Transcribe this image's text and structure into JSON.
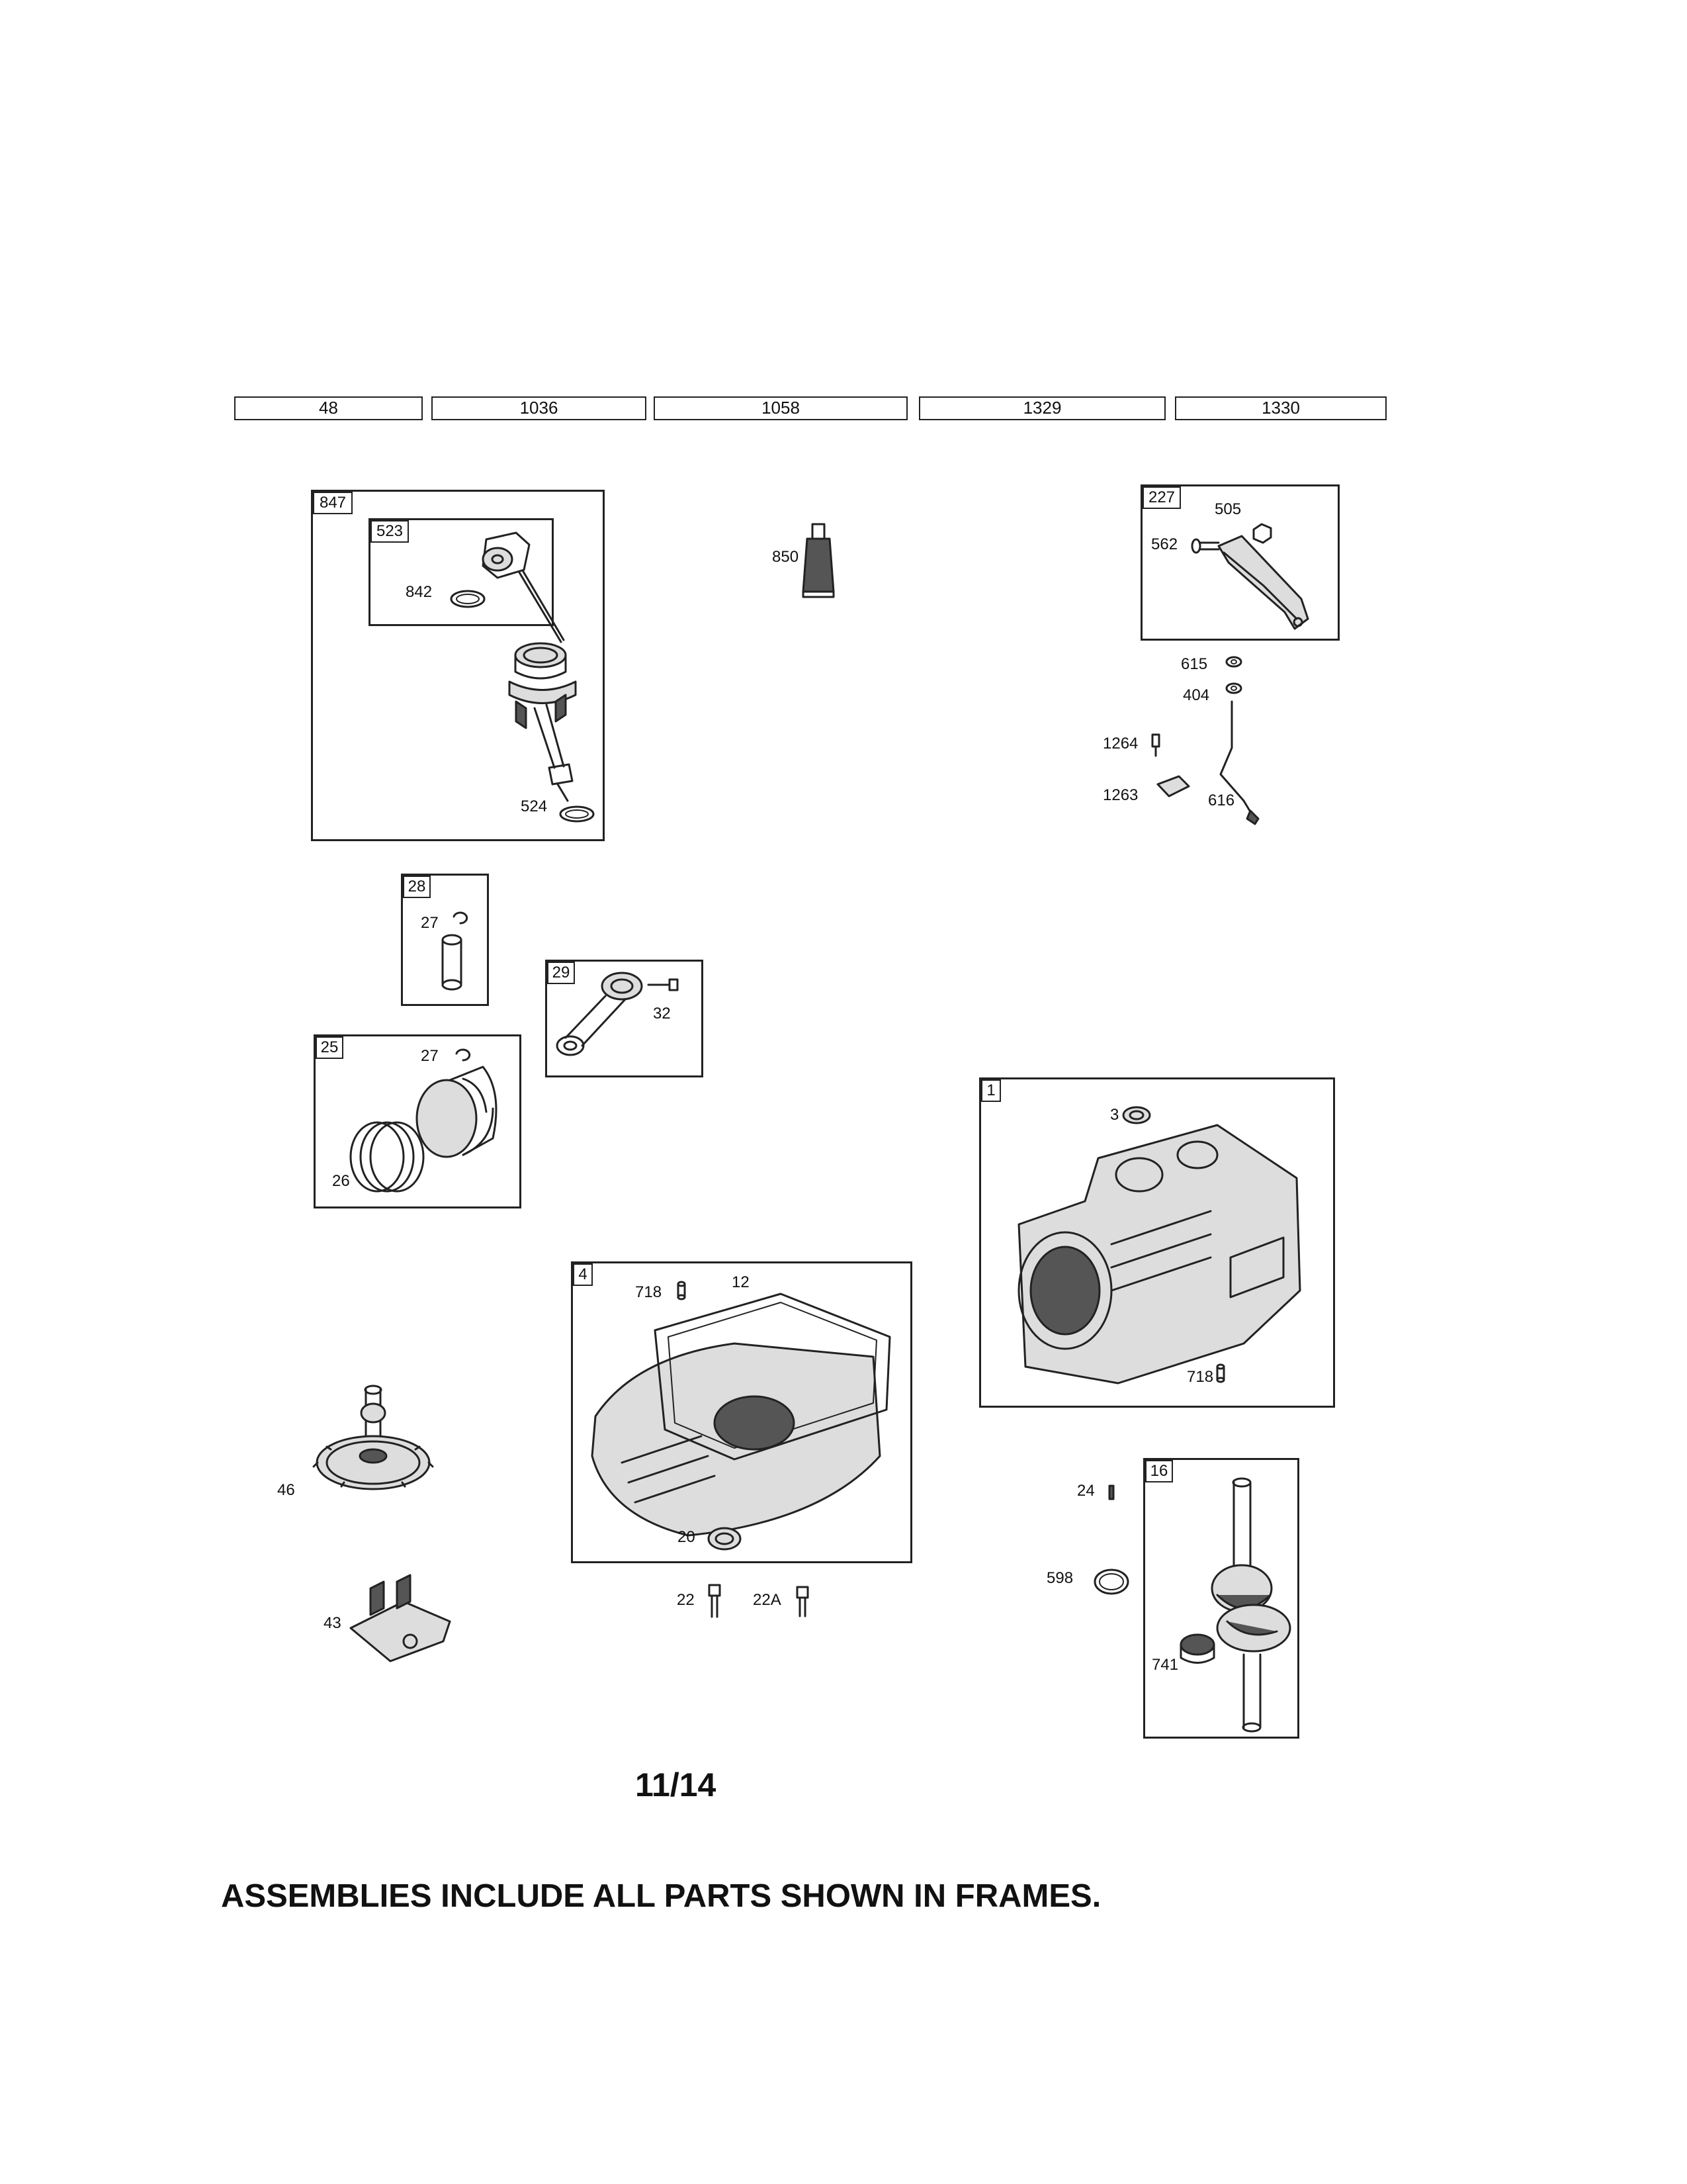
{
  "model_boxes": [
    "48",
    "1036",
    "1058",
    "1329",
    "1330"
  ],
  "frames": {
    "f847": "847",
    "f523": "523",
    "f227": "227",
    "f28": "28",
    "f29": "29",
    "f25": "25",
    "f1": "1",
    "f4": "4",
    "f16": "16"
  },
  "parts": {
    "p842": "842",
    "p524": "524",
    "p850": "850",
    "p505": "505",
    "p562": "562",
    "p615": "615",
    "p404": "404",
    "p1264": "1264",
    "p1263": "1263",
    "p616": "616",
    "p27a": "27",
    "p32": "32",
    "p27b": "27",
    "p26": "26",
    "p3": "3",
    "p718a": "718",
    "p12": "12",
    "p718b": "718",
    "p20": "20",
    "p22": "22",
    "p22A": "22A",
    "p46": "46",
    "p43": "43",
    "p24": "24",
    "p598": "598",
    "p741": "741"
  },
  "page_number": "11/14",
  "footer_note": "ASSEMBLIES INCLUDE ALL PARTS SHOWN IN FRAMES."
}
